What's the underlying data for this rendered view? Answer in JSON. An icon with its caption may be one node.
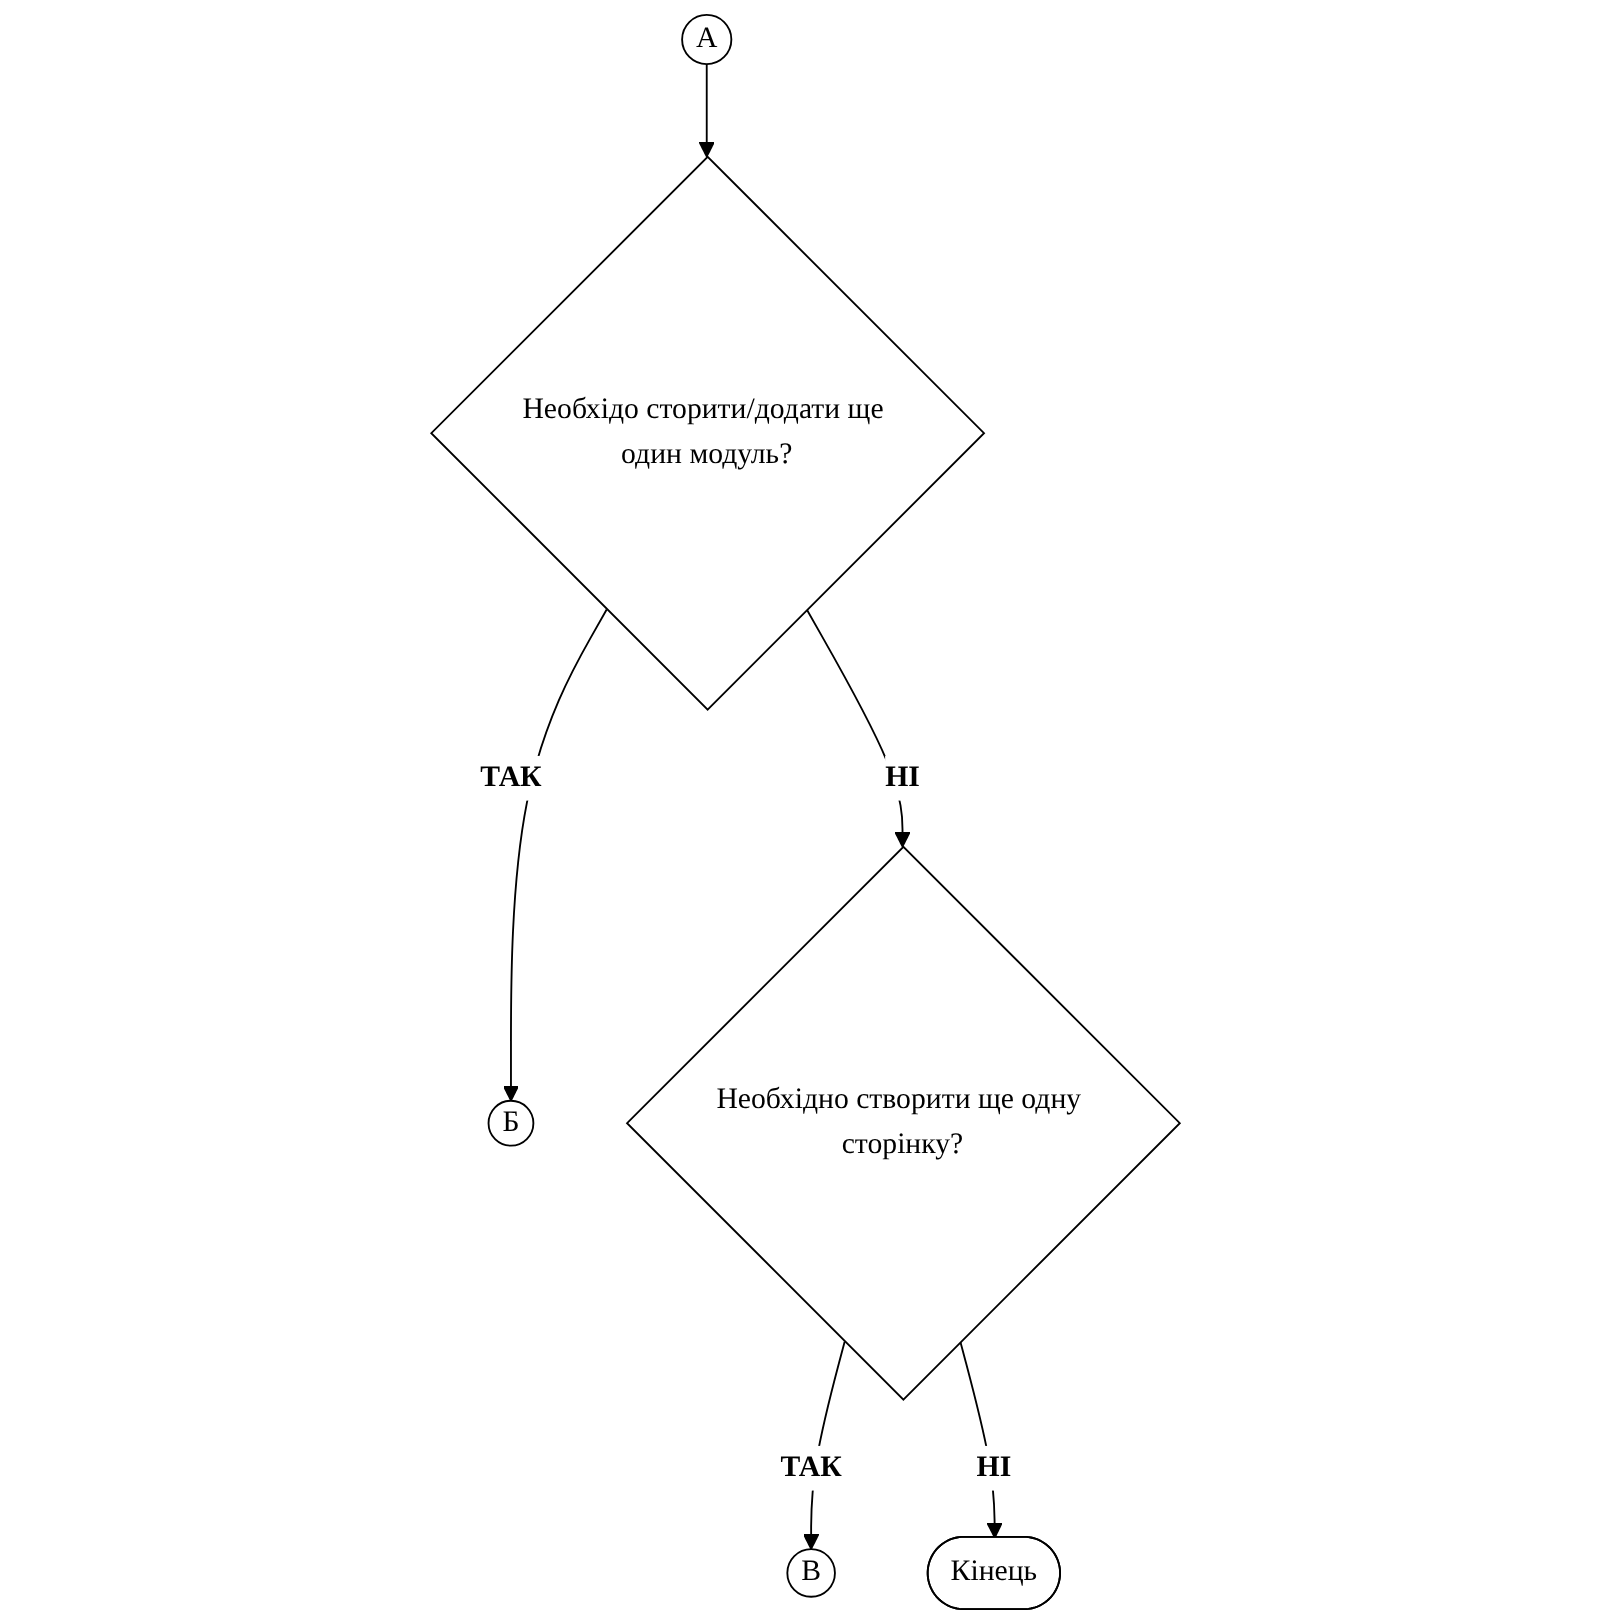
{
  "diagram": {
    "nodes": [
      {
        "text": [
          "В"
        ]
      },
      {
        "text": [
          "Б"
        ]
      },
      {
        "text": [
          "А"
        ]
      },
      {
        "text": [
          "Необхідо сторити/додати ще один модуль?"
        ]
      },
      {
        "text": [
          "Необхідно створити ще одну сторінку?"
        ]
      },
      {
        "text": [
          "Кінець"
        ]
      }
    ],
    "edges": [
      {
        "from": 2,
        "to": 3,
        "arrow": "to"
      },
      {
        "from": 3,
        "to": 1,
        "arrow": "to",
        "label": "ТАК"
      },
      {
        "from": 3,
        "to": 4,
        "arrow": "to",
        "label": "НІ"
      },
      {
        "from": 4,
        "to": 0,
        "arrow": "to",
        "label": "ТАК"
      },
      {
        "from": 4,
        "to": 5,
        "arrow": "to",
        "label": "НІ"
      }
    ]
  }
}
